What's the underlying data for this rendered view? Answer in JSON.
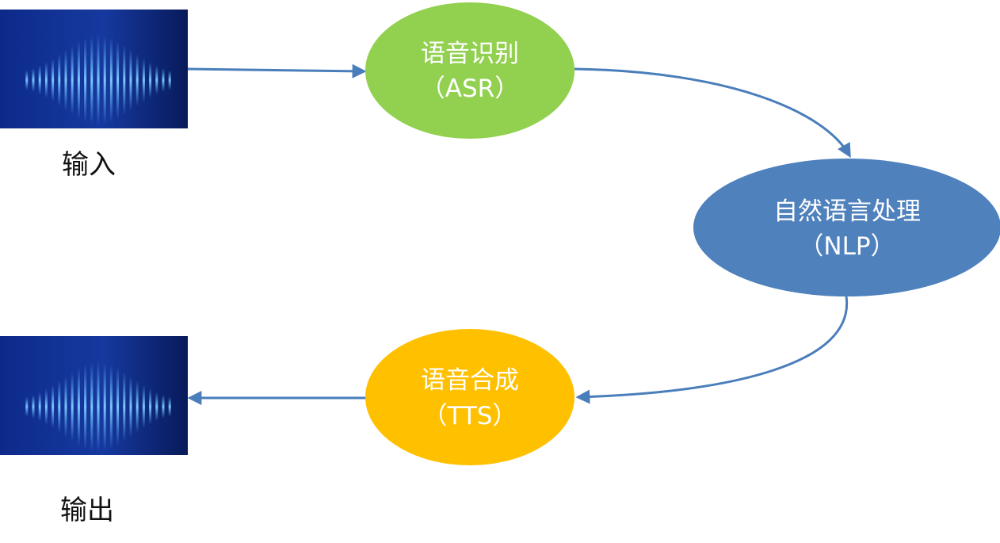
{
  "colors": {
    "asr": "#92d050",
    "nlp": "#4f81bd",
    "tts": "#ffc000",
    "arrow": "#4a7ebb",
    "wave_bg_dark": "#0a1a5e",
    "wave_bg_mid": "#1b3ea8",
    "wave_line": "#5ab4ff"
  },
  "input": {
    "label": "输入",
    "icon": "sound-wave-icon"
  },
  "output": {
    "label": "输出",
    "icon": "sound-wave-icon"
  },
  "nodes": {
    "asr": {
      "title": "语音识别",
      "subtitle": "（ASR）"
    },
    "nlp": {
      "title": "自然语言处理",
      "subtitle": "（NLP）"
    },
    "tts": {
      "title": "语音合成",
      "subtitle": "（TTS）"
    }
  }
}
